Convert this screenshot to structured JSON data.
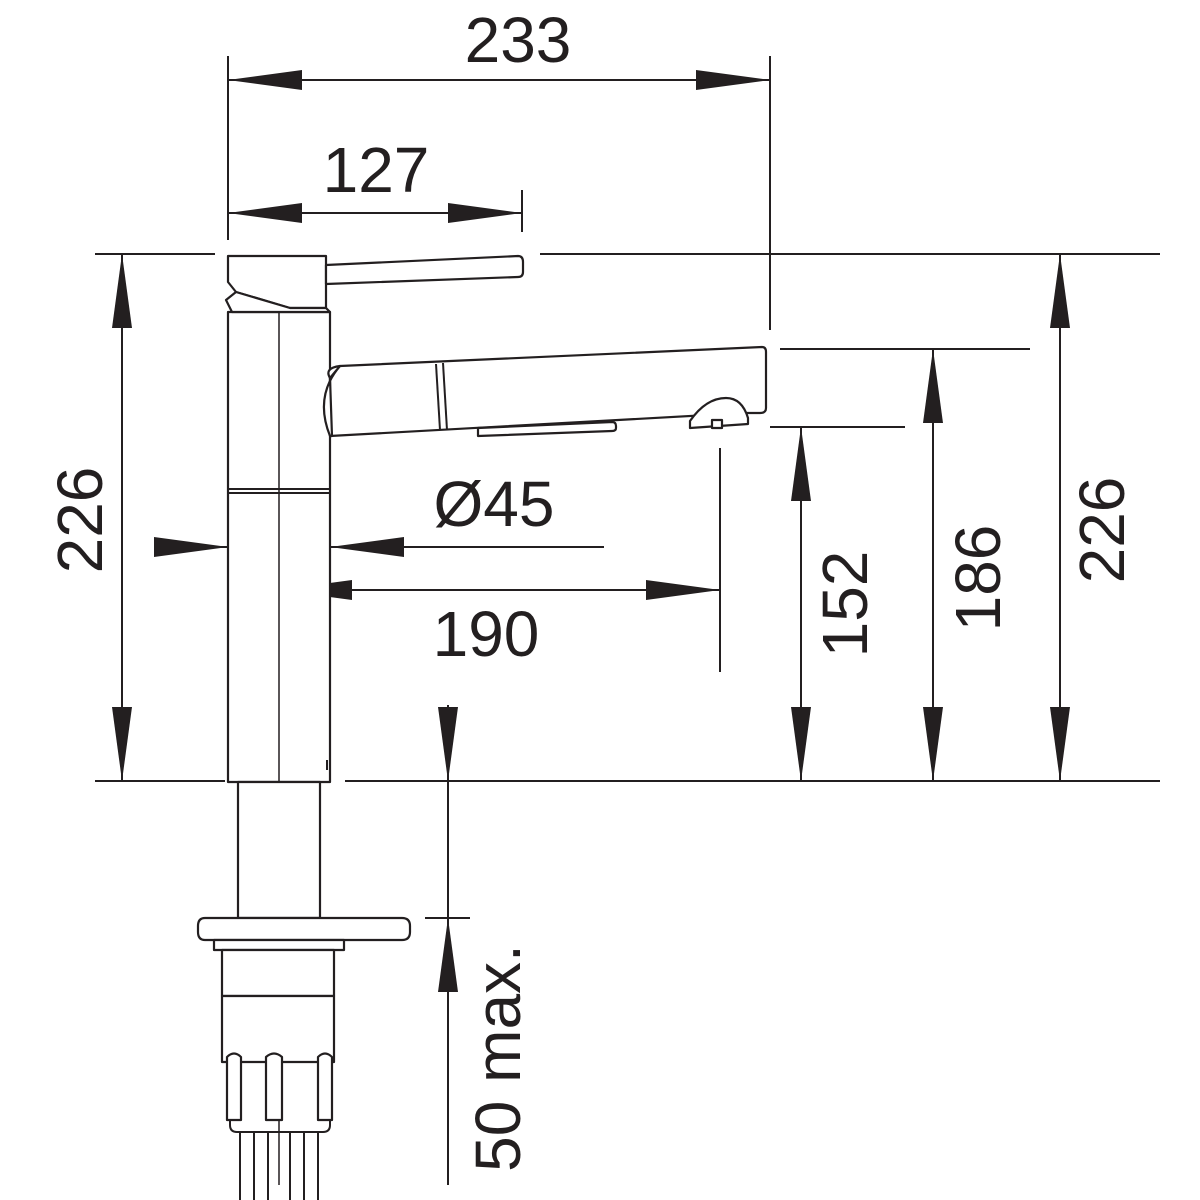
{
  "drawing": {
    "line_color": "#231f20",
    "background": "#ffffff",
    "dimensions": {
      "overall_width": "233",
      "lever_reach": "127",
      "body_height_left": "226",
      "body_height_right": "226",
      "diameter": "Ø45",
      "spout_reach": "190",
      "spout_outlet_height": "152",
      "spout_top_height": "186",
      "max_counter_thickness": "50 max."
    }
  }
}
